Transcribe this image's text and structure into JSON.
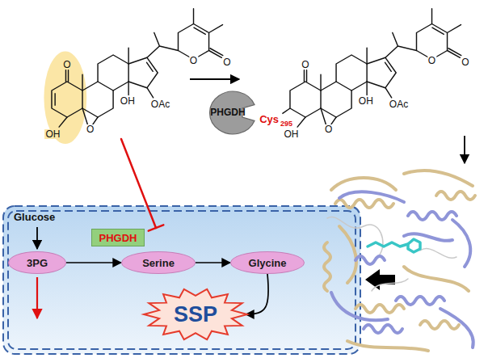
{
  "diagram": {
    "nodes": [
      {
        "text": [
          "PHGDH"
        ]
      },
      {
        "text": [
          "3PG"
        ]
      },
      {
        "text": [
          "PHGDH"
        ]
      },
      {
        "text": [
          "Serine"
        ]
      },
      {
        "text": [
          "Glycine"
        ]
      },
      {
        "text": [
          "SSP"
        ]
      }
    ],
    "edges": [
      {
        "from": 1,
        "to": 3,
        "arrow": "to"
      },
      {
        "from": 3,
        "to": 4,
        "arrow": "to"
      },
      {
        "from": 4,
        "to": 5,
        "arrow": "to"
      }
    ],
    "labels": [
      "O",
      "OH",
      "O",
      "OH",
      "OAc",
      "O",
      "O",
      "O",
      "Cys",
      "295",
      "OH",
      "O",
      "OH",
      "OAc",
      "O",
      "O",
      "Glucose"
    ]
  }
}
